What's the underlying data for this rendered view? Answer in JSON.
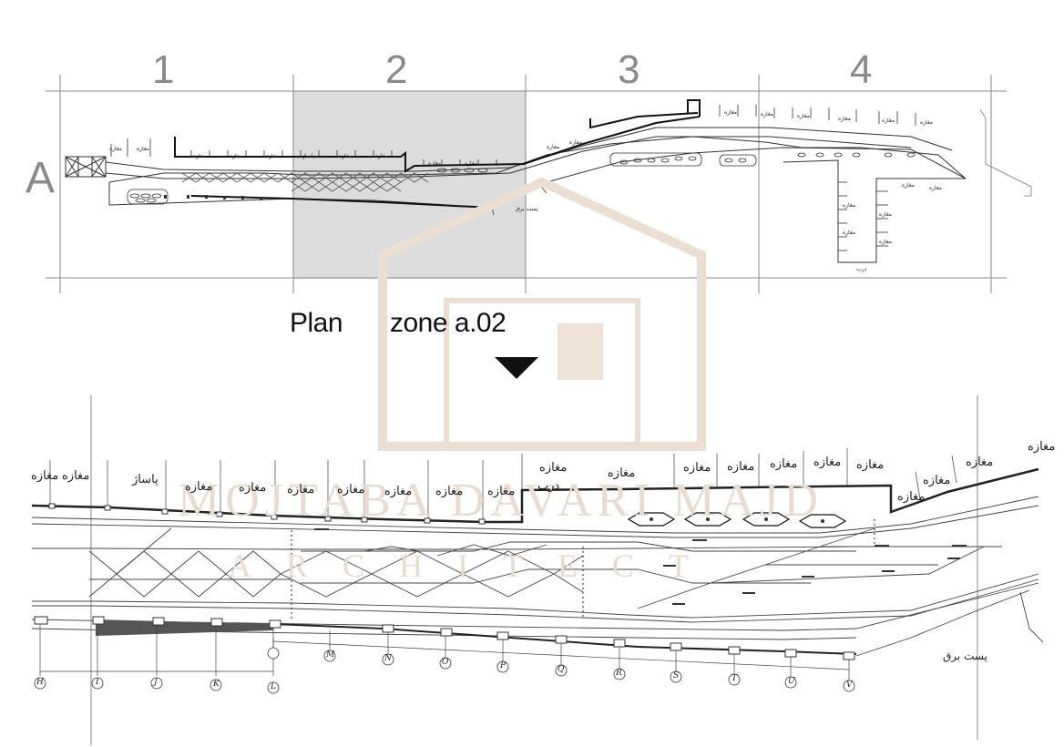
{
  "key_plan": {
    "columns": [
      "1",
      "2",
      "3",
      "4"
    ],
    "row": "A",
    "highlighted_column": "2"
  },
  "plan_title": {
    "word": "Plan",
    "zone": "zone a.02"
  },
  "watermark": {
    "name": "MOJTABA DAVARI MAJD",
    "sub": "ARCHITECT"
  },
  "shop_label": "مغازه",
  "passage_label": "پاساژ",
  "door_label": "درب",
  "electric_label": "پست برق",
  "detail_axes": [
    "H",
    "I",
    "J",
    "K",
    "L",
    "M",
    "N",
    "O",
    "P",
    "Q",
    "R",
    "S",
    "T",
    "U",
    "V"
  ],
  "colors": {
    "grid": "#8a8a8a",
    "highlight": "#dcdcdc",
    "line": "#333333",
    "watermark": "#e8dcd0"
  }
}
